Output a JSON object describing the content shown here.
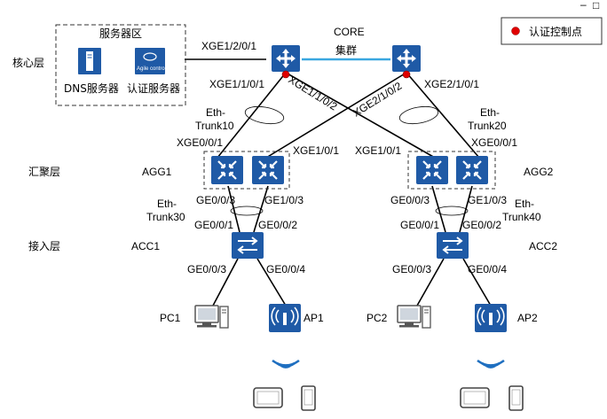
{
  "window_controls": {
    "minimize": "–",
    "restore": "□"
  },
  "layers": {
    "core": "核心层",
    "aggregation": "汇聚层",
    "access": "接入层"
  },
  "server_zone": {
    "title": "服务器区",
    "dns": "DNS服务器",
    "auth": "认证服务器",
    "auth_logo_text": "Agile controller"
  },
  "legend": {
    "label": "认证控制点",
    "color": "#e00000"
  },
  "core": {
    "title": "CORE",
    "cluster": "集群"
  },
  "ports": {
    "core_to_server": "XGE1/2/0/1",
    "core1_down1": "XGE1/1/0/1",
    "core1_down2": "XGE1/1/0/2",
    "core2_down1": "XGE2/1/0/2",
    "core2_down2": "XGE2/1/0/1",
    "agg1_up1": "XGE0/0/1",
    "agg1_up2": "XGE1/0/1",
    "agg2_up1": "XGE1/0/1",
    "agg2_up2": "XGE0/0/1",
    "agg1_down1": "GE0/0/3",
    "agg1_down2": "GE1/0/3",
    "agg2_down1": "GE0/0/3",
    "agg2_down2": "GE1/0/3",
    "acc1_up1": "GE0/0/1",
    "acc1_up2": "GE0/0/2",
    "acc2_up1": "GE0/0/1",
    "acc2_up2": "GE0/0/2",
    "acc1_down1": "GE0/0/3",
    "acc1_down2": "GE0/0/4",
    "acc2_down1": "GE0/0/3",
    "acc2_down2": "GE0/0/4"
  },
  "trunks": {
    "trunk10": [
      "Eth-",
      "Trunk10"
    ],
    "trunk20": [
      "Eth-",
      "Trunk20"
    ],
    "trunk30": [
      "Eth-",
      "Trunk30"
    ],
    "trunk40": [
      "Eth-",
      "Trunk40"
    ]
  },
  "devices": {
    "agg1": "AGG1",
    "agg2": "AGG2",
    "acc1": "ACC1",
    "acc2": "ACC2",
    "pc1": "PC1",
    "pc2": "PC2",
    "ap1": "AP1",
    "ap2": "AP2"
  },
  "colors": {
    "device": "#1f5aa6",
    "core_link": "#3aa7e0",
    "link": "#000000"
  }
}
